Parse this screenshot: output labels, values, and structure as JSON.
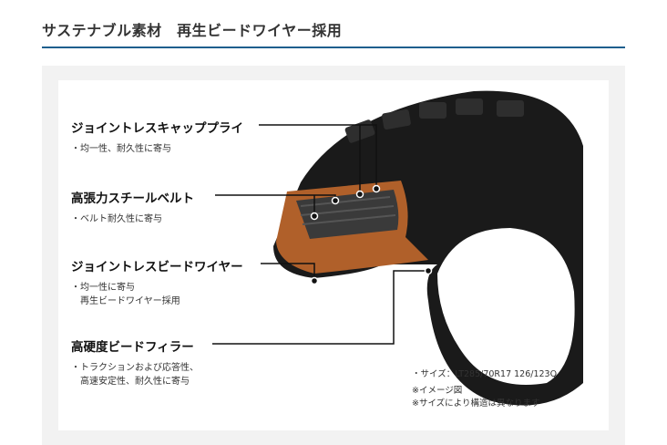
{
  "title": "サステナブル素材　再生ビードワイヤー採用",
  "features": [
    {
      "heading": "ジョイントレスキャッププライ",
      "desc": "・均一性、耐久性に寄与"
    },
    {
      "heading": "高張力スチールベルト",
      "desc": "・ベルト耐久性に寄与"
    },
    {
      "heading": "ジョイントレスビードワイヤー",
      "desc": "・均一性に寄与\n　再生ビードワイヤー採用"
    },
    {
      "heading": "高硬度ビードフィラー",
      "desc": "・トラクションおよび応答性、\n　高速安定性、耐久性に寄与"
    }
  ],
  "notes": {
    "size": "・サイズ：LT285/70R17 126/123Q",
    "image_note": "※イメージ図",
    "structure_note": "※サイズにより構造は異なります"
  },
  "colors": {
    "accent": "#1e5f8e",
    "panel": "#f2f2f2",
    "ply": "#b0602a"
  }
}
